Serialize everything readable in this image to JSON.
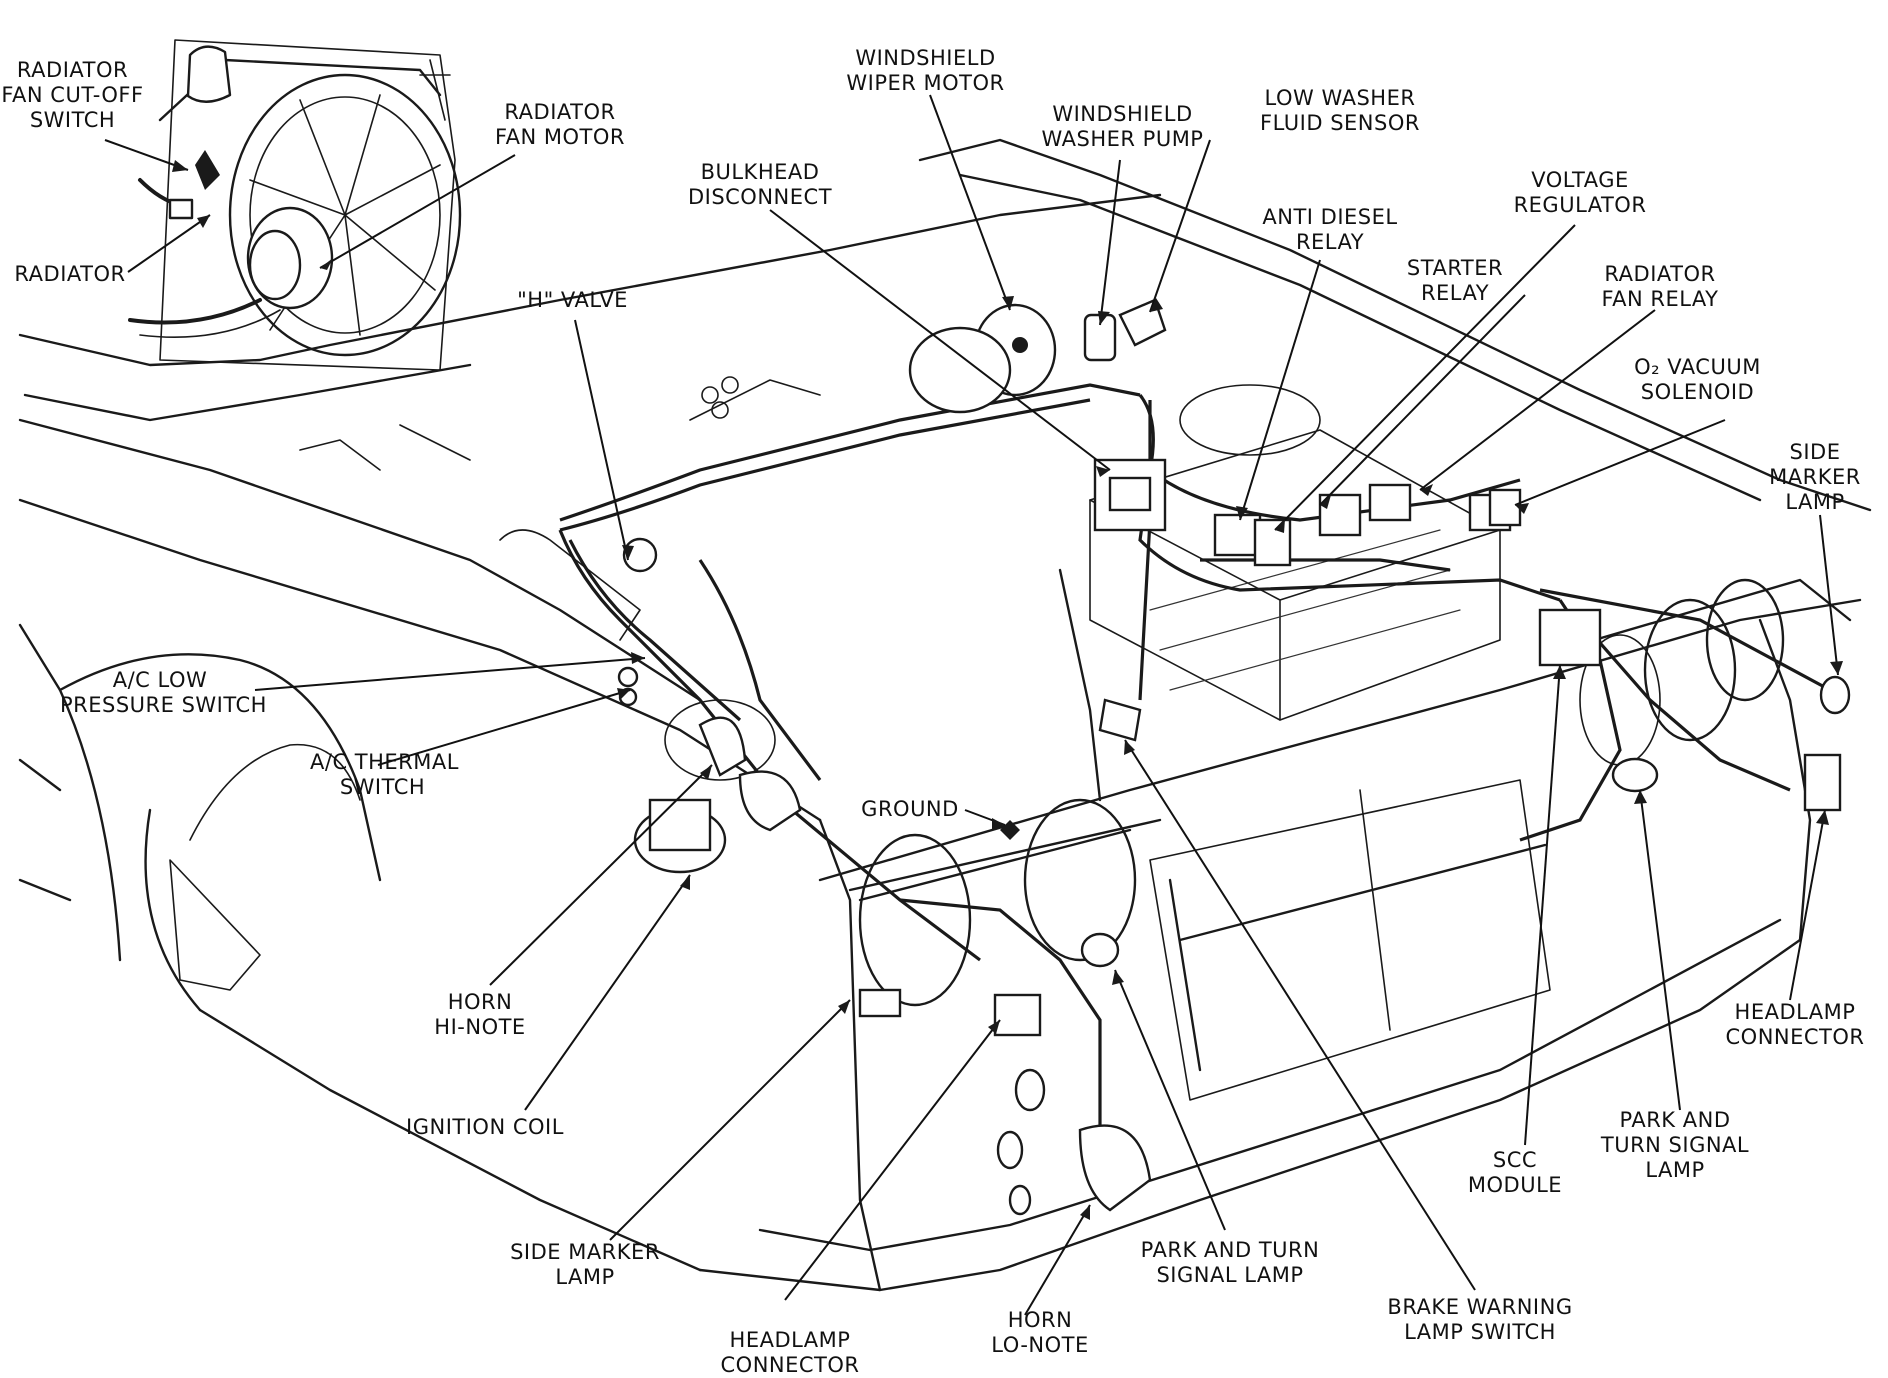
{
  "labels": {
    "radiator_fan_cutoff_switch": [
      "RADIATOR",
      "FAN CUT-OFF",
      "SWITCH"
    ],
    "radiator": [
      "RADIATOR"
    ],
    "radiator_fan_motor": [
      "RADIATOR",
      "FAN MOTOR"
    ],
    "h_valve": [
      "\"H\" VALVE"
    ],
    "ac_low_pressure_switch": [
      "A/C LOW",
      "PRESSURE SWITCH"
    ],
    "ac_thermal_switch": [
      "A/C THERMAL",
      "SWITCH"
    ],
    "horn_hi_note": [
      "HORN",
      "HI-NOTE"
    ],
    "ignition_coil": [
      "IGNITION COIL"
    ],
    "side_marker_lamp_left": [
      "SIDE MARKER",
      "LAMP"
    ],
    "headlamp_connector_left": [
      "HEADLAMP",
      "CONNECTOR"
    ],
    "horn_lo_note": [
      "HORN",
      "LO-NOTE"
    ],
    "park_turn_signal_lamp_left": [
      "PARK AND TURN",
      "SIGNAL LAMP"
    ],
    "brake_warning_lamp_switch": [
      "BRAKE  WARNING",
      "LAMP SWITCH"
    ],
    "scc_module": [
      "SCC",
      "MODULE"
    ],
    "park_turn_signal_lamp_right": [
      "PARK AND",
      "TURN SIGNAL",
      "LAMP"
    ],
    "headlamp_connector_right": [
      "HEADLAMP",
      "CONNECTOR"
    ],
    "side_marker_lamp_right": [
      "SIDE",
      "MARKER",
      "LAMP"
    ],
    "o2_vacuum_solenoid": [
      "O₂ VACUUM",
      "SOLENOID"
    ],
    "radiator_fan_relay": [
      "RADIATOR",
      "FAN RELAY"
    ],
    "starter_relay": [
      "STARTER",
      "RELAY"
    ],
    "voltage_regulator": [
      "VOLTAGE",
      "REGULATOR"
    ],
    "anti_diesel_relay": [
      "ANTI DIESEL",
      "RELAY"
    ],
    "low_washer_fluid_sensor": [
      "LOW WASHER",
      "FLUID SENSOR"
    ],
    "windshield_washer_pump": [
      "WINDSHIELD",
      "WASHER PUMP"
    ],
    "windshield_wiper_motor": [
      "WINDSHIELD",
      "WIPER MOTOR"
    ],
    "bulkhead_disconnect": [
      "BULKHEAD",
      "DISCONNECT"
    ],
    "ground": [
      "GROUND"
    ]
  }
}
